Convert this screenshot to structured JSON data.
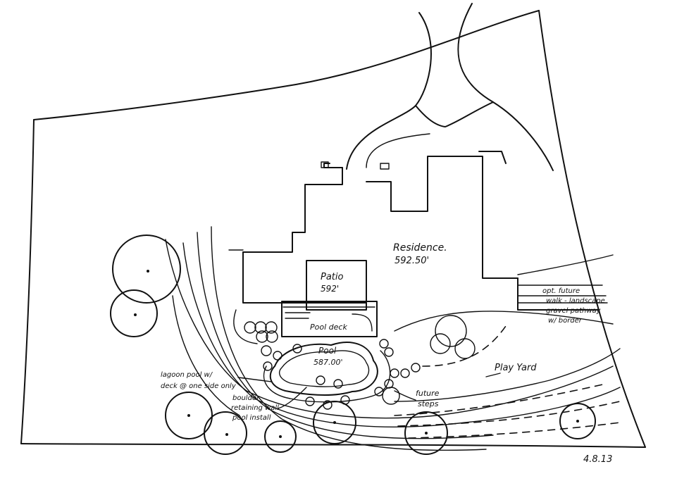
{
  "labels": {
    "residence": "Residence.",
    "residence_elev": "592.50'",
    "patio": "Patio",
    "patio_elev": "592'",
    "pool_deck": "Pool deck",
    "pool": "Pool",
    "pool_elev": "587.00'",
    "lagoon_line1": "lagoon pool w/",
    "lagoon_line2": "deck @ one side only",
    "boulder_line1": "boulder",
    "boulder_line2": "retaining wall",
    "boulder_line3": "pool install",
    "future_line1": "future",
    "future_line2": "steps",
    "play_yard": "Play Yard",
    "walk_line1": "opt. future",
    "walk_line2": "walk - landscape",
    "walk_line3": "gravel pathway",
    "walk_line4": "w/ border",
    "date": "4.8.13"
  }
}
